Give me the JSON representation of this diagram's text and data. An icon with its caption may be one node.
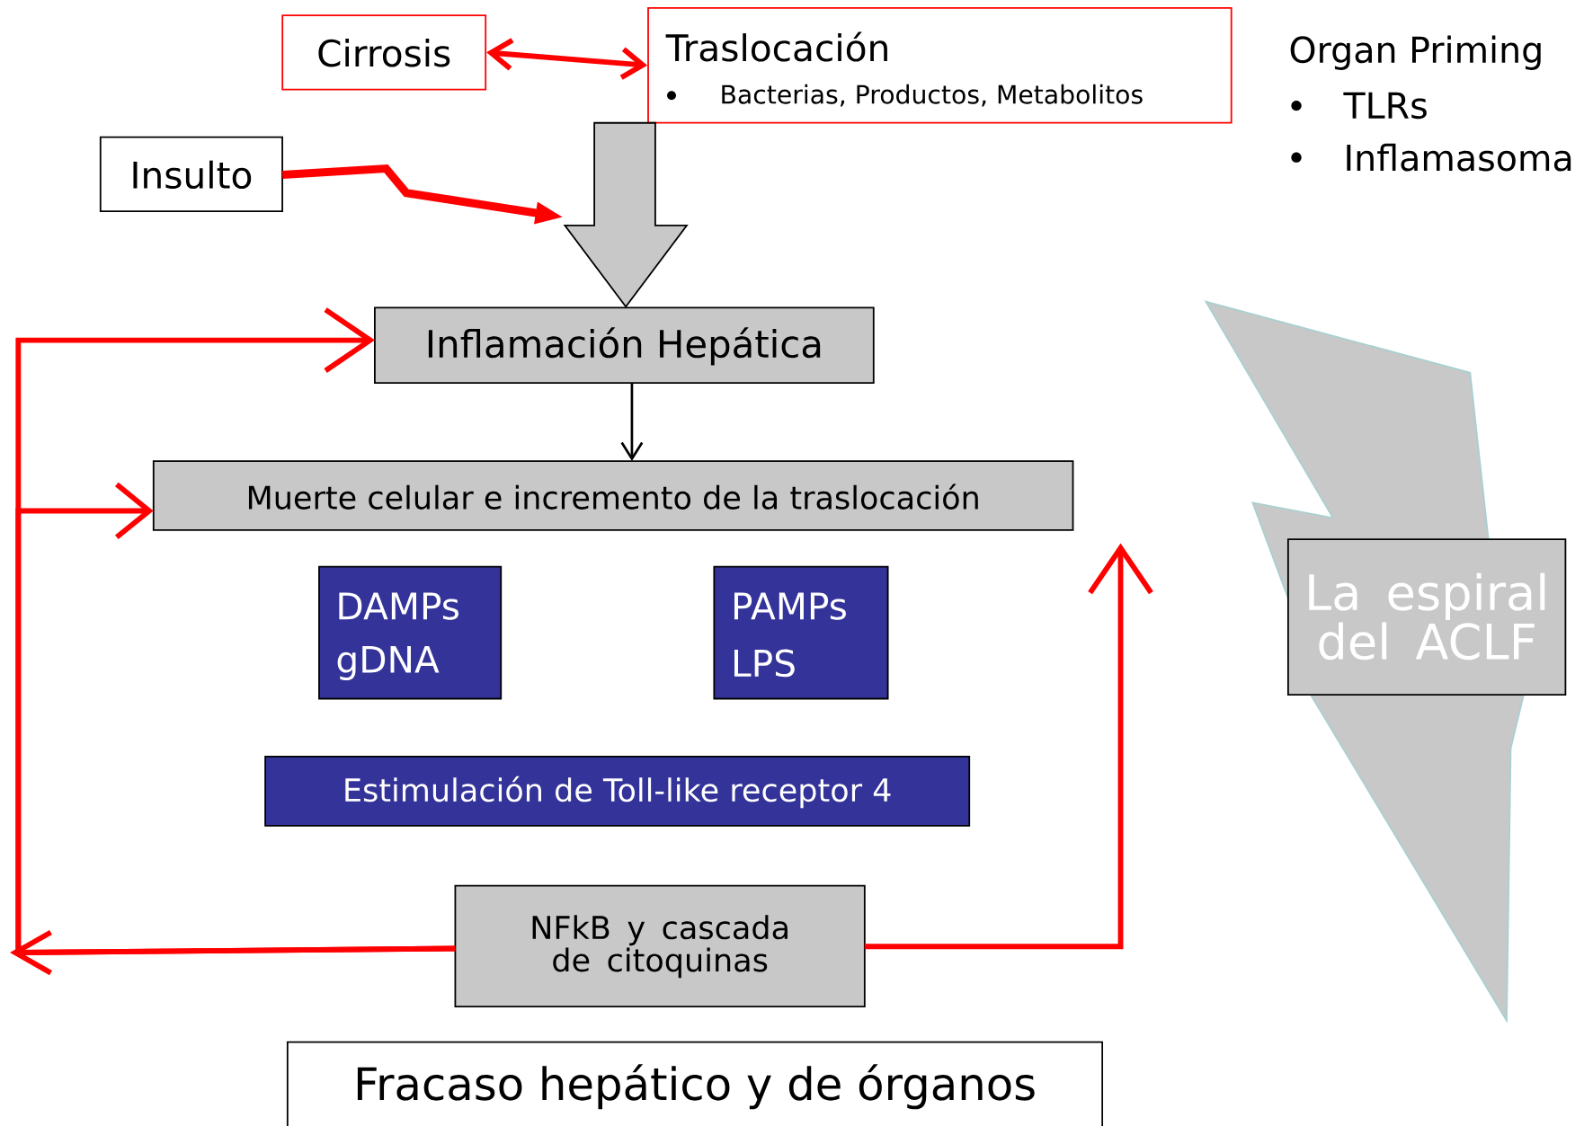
{
  "diagram": {
    "nodes": [
      {
        "text": [
          "Cirrosis"
        ]
      },
      {
        "text": [
          "Traslocación",
          "Bacterias, Productos, Metabolitos"
        ]
      },
      {
        "text": [
          "Insulto"
        ]
      },
      {
        "text": [
          "Inflamación Hepática"
        ]
      },
      {
        "text": [
          "Muerte celular e incremento de la traslocación"
        ]
      },
      {
        "text": [
          "DAMPs",
          "gDNA"
        ]
      },
      {
        "text": [
          "PAMPs",
          "LPS"
        ]
      },
      {
        "text": [
          "Estimulación de Toll-like receptor 4"
        ]
      },
      {
        "text": [
          "NFkB y cascada de citoquinas"
        ]
      },
      {
        "text": [
          "Fracaso hepático y de órganos"
        ]
      },
      {
        "text": [
          "La espiral del ACLF"
        ]
      }
    ],
    "edges": [
      {
        "from": 0,
        "to": 1,
        "arrow": "both"
      },
      {
        "from": 1,
        "to": 3,
        "arrow": "to",
        "style": "thick",
        "color": "#c8c8c8"
      },
      {
        "from": 2,
        "to": null,
        "arrow": "to"
      },
      {
        "from": 3,
        "to": 4,
        "arrow": "to",
        "color": "#000000"
      },
      {
        "from": 8,
        "to": 3,
        "arrow": "to"
      },
      {
        "from": 8,
        "to": 4,
        "arrow": "to"
      },
      {
        "from": 8,
        "to": null,
        "arrow": "to"
      }
    ],
    "labels": [
      "Organ Priming",
      "TLRs",
      "Inflamasoma"
    ]
  }
}
